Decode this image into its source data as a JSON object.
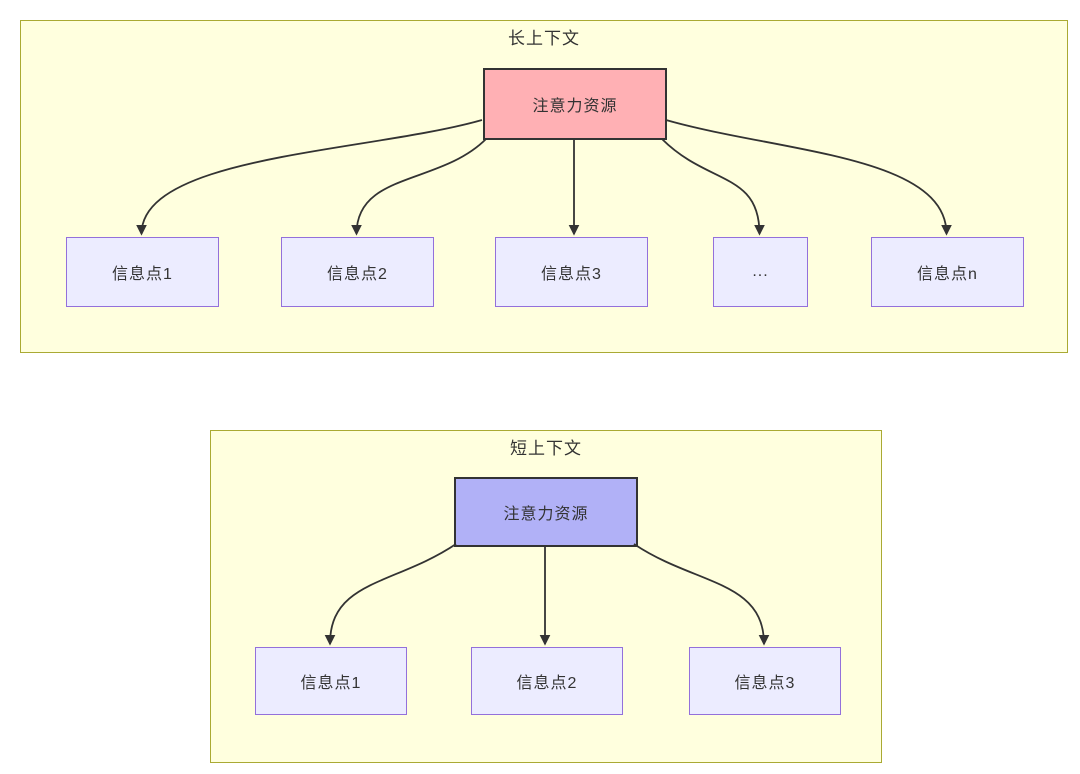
{
  "colors": {
    "canvas_bg": "#ffffff",
    "cluster_fill": "#ffffde",
    "cluster_border": "#aaaa33",
    "node_fill": "#ececff",
    "node_border": "#9370db",
    "attention_long_fill": "#ffb0b4",
    "attention_short_fill": "#b1b1f7",
    "attention_border": "#333333",
    "edge_color": "#333333",
    "text_color": "#333333"
  },
  "long_context": {
    "title": "长上下文",
    "attention_label": "注意力资源",
    "nodes": [
      {
        "label": "信息点1"
      },
      {
        "label": "信息点2"
      },
      {
        "label": "信息点3"
      },
      {
        "label": "..."
      },
      {
        "label": "信息点n"
      }
    ]
  },
  "short_context": {
    "title": "短上下文",
    "attention_label": "注意力资源",
    "nodes": [
      {
        "label": "信息点1"
      },
      {
        "label": "信息点2"
      },
      {
        "label": "信息点3"
      }
    ]
  }
}
